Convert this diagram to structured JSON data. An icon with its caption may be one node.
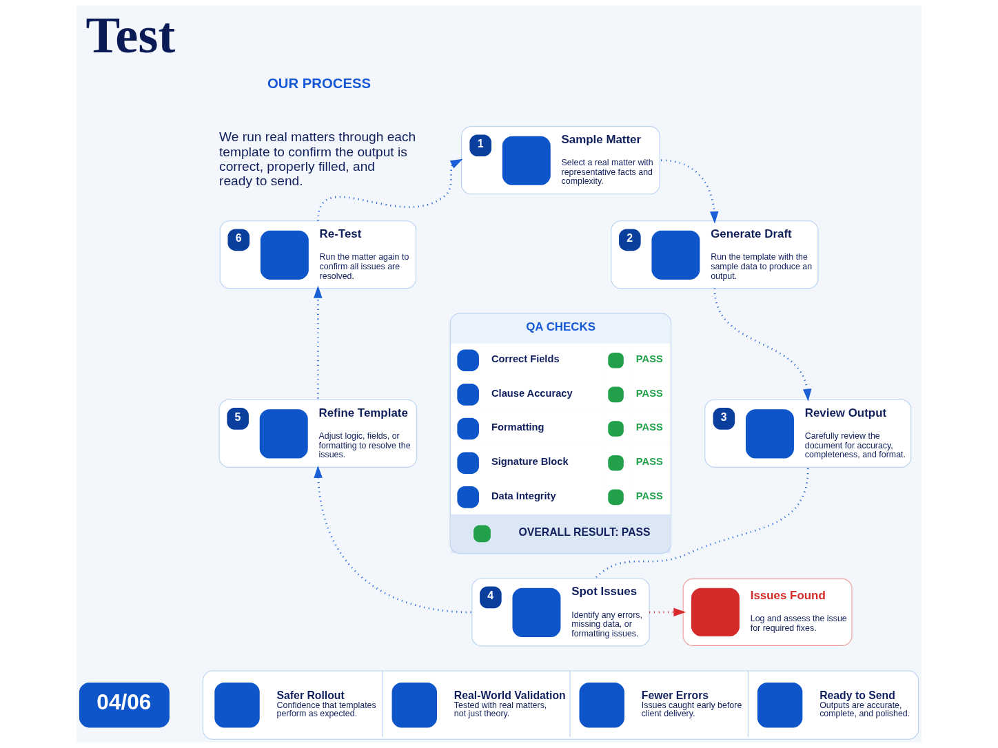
{
  "diagram": {
    "title": "Test",
    "nodes": [
      {
        "text": [
          "1",
          "Sample Matter",
          "Select a real matter with representative facts and complexity."
        ]
      },
      {
        "text": [
          "2",
          "Generate Draft",
          "Run the template with the sample data to produce an output."
        ]
      },
      {
        "text": [
          "3",
          "Review Output",
          "Carefully review the document for accuracy, completeness, and format."
        ]
      },
      {
        "text": [
          "4",
          "Spot Issues",
          "Identify any errors, missing data, or formatting issues."
        ]
      },
      {
        "text": [
          "Issues Found",
          "Log and assess the issue for required fixes."
        ]
      },
      {
        "text": [
          "5",
          "Refine Template",
          "Adjust logic, fields, or formatting to resolve the issues."
        ]
      },
      {
        "text": [
          "6",
          "Re-Test",
          "Run the matter again to confirm all issues are resolved."
        ]
      },
      {
        "text": [
          "QA CHECKS",
          "Correct Fields",
          "PASS",
          "Clause Accuracy",
          "PASS",
          "Formatting",
          "PASS",
          "Signature Block",
          "PASS",
          "Data Integrity",
          "PASS",
          "OVERALL RESULT: PASS"
        ]
      },
      {
        "text": [
          "Safer Rollout",
          "Confidence that templates perform as expected.",
          "Real-World Validation",
          "Tested with real matters, not just theory.",
          "Fewer Errors",
          "Issues caught early before client delivery.",
          "Ready to Send",
          "Outputs are accurate, complete, and polished."
        ]
      },
      {
        "text": [
          "04/06"
        ]
      }
    ],
    "edges": [
      {
        "from": 0,
        "to": 1,
        "arrow": "to",
        "style": "dashed"
      },
      {
        "from": 1,
        "to": 2,
        "arrow": "to",
        "style": "dashed"
      },
      {
        "from": 2,
        "to": 3,
        "arrow": "none",
        "style": "dashed"
      },
      {
        "from": 3,
        "to": 4,
        "arrow": "to",
        "style": "dashed",
        "color": "#d92b2b"
      },
      {
        "from": 3,
        "to": 5,
        "arrow": "to",
        "style": "dashed"
      },
      {
        "from": 5,
        "to": 6,
        "arrow": "to",
        "style": "dashed"
      },
      {
        "from": 6,
        "to": 0,
        "arrow": "to",
        "style": "dashed"
      }
    ],
    "labels": [
      "OUR PROCESS",
      "We run real matters through each template to confirm the output is correct, properly filled, and ready to send."
    ]
  }
}
